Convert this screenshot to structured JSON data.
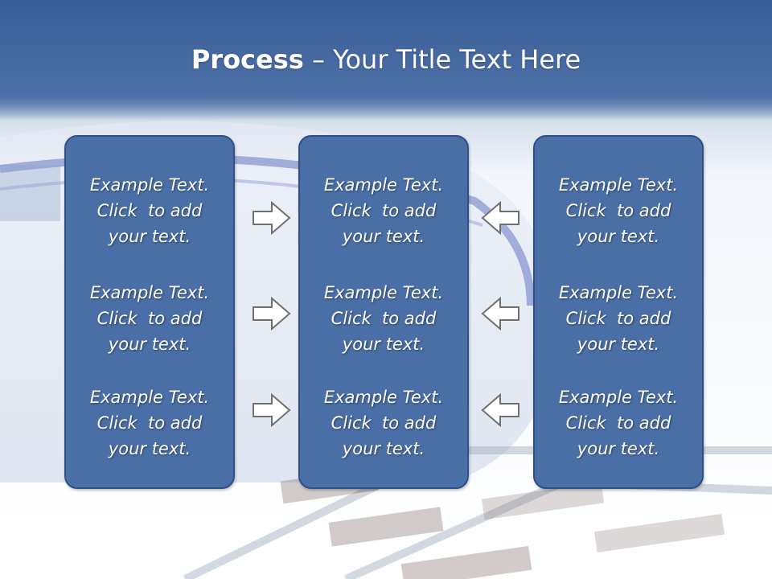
{
  "slide": {
    "title_bold": "Process",
    "title_rest": " – Your Title Text Here"
  },
  "columns": [
    {
      "entries": [
        {
          "line1": "Example Text.",
          "line2": "Click  to add",
          "line3": "your text."
        },
        {
          "line1": "Example Text.",
          "line2": "Click  to add",
          "line3": "your text."
        },
        {
          "line1": "Example Text.",
          "line2": "Click  to add",
          "line3": "your text."
        }
      ]
    },
    {
      "entries": [
        {
          "line1": "Example Text.",
          "line2": "Click  to add",
          "line3": "your text."
        },
        {
          "line1": "Example Text.",
          "line2": "Click  to add",
          "line3": "your text."
        },
        {
          "line1": "Example Text.",
          "line2": "Click  to add",
          "line3": "your text."
        }
      ]
    },
    {
      "entries": [
        {
          "line1": "Example Text.",
          "line2": "Click  to add",
          "line3": "your text."
        },
        {
          "line1": "Example Text.",
          "line2": "Click  to add",
          "line3": "your text."
        },
        {
          "line1": "Example Text.",
          "line2": "Click  to add",
          "line3": "your text."
        }
      ]
    }
  ],
  "arrows": {
    "left_group": "right-arrow-icon",
    "right_group": "left-arrow-icon"
  },
  "colors": {
    "header": "#4a6fa6",
    "box_fill": "#4a6fa6",
    "box_border": "#2f4f86",
    "text": "#ffffff"
  }
}
